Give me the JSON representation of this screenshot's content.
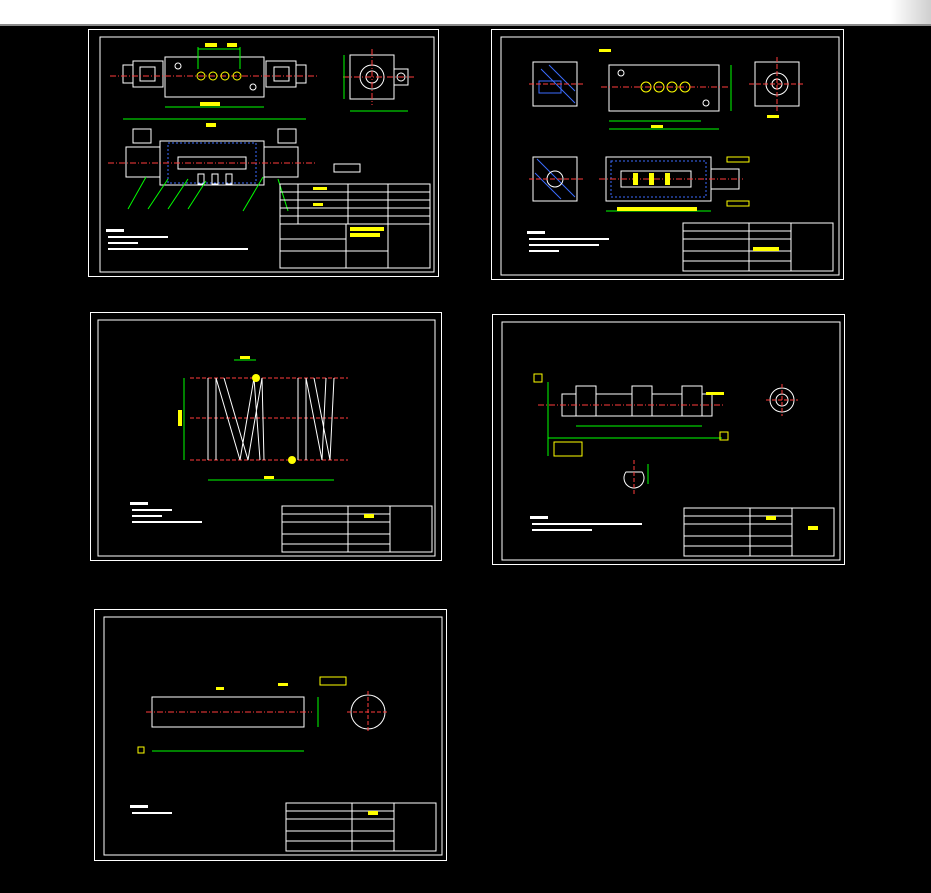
{
  "sheets": [
    {
      "id": "s1"
    },
    {
      "id": "s2"
    },
    {
      "id": "s3"
    },
    {
      "id": "s4"
    },
    {
      "id": "s5"
    }
  ],
  "colors": {
    "background": "#000000",
    "frame": "#ffffff",
    "centerline": "#ff3b3b",
    "dimension": "#00ff00",
    "text": "#ffff00",
    "hatch": "#3c6cff",
    "part": "#ffffff"
  }
}
